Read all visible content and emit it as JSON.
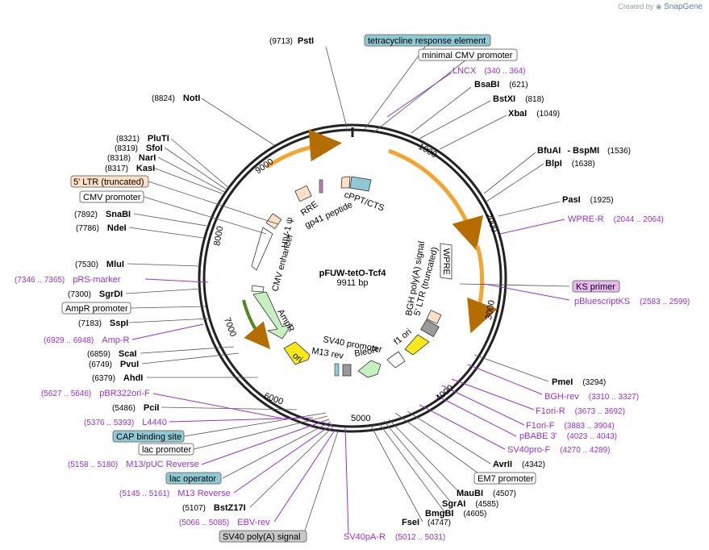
{
  "brand": {
    "prefix": "Created by",
    "name": "SnapGene"
  },
  "plasmid": {
    "name": "pFUW-tetO-Tcf4",
    "size_label": "9911 bp"
  },
  "ruler": [
    "1000",
    "2000",
    "3000",
    "4000",
    "5000",
    "6000",
    "7000",
    "8000",
    "9000"
  ],
  "enzymes": [
    {
      "name": "PstI",
      "pos": "(9713)"
    },
    {
      "name": "BsaBI",
      "pos": "(621)"
    },
    {
      "name": "BstXI",
      "pos": "(818)"
    },
    {
      "name": "XbaI",
      "pos": "(1049)"
    },
    {
      "name": "BfuAI",
      "name2": "- BspMI",
      "pos": "(1536)"
    },
    {
      "name": "BlpI",
      "pos": "(1638)"
    },
    {
      "name": "PasI",
      "pos": "(1925)"
    },
    {
      "name": "PmeI",
      "pos": "(3294)"
    },
    {
      "name": "AvrII",
      "pos": "(4342)"
    },
    {
      "name": "MauBI",
      "pos": "(4507)"
    },
    {
      "name": "SgrAI",
      "pos": "(4585)"
    },
    {
      "name": "BmgBI",
      "pos": "(4605)"
    },
    {
      "name": "FseI",
      "pos": "(4747)"
    },
    {
      "name": "BstZ17I",
      "pos": "(5107)"
    },
    {
      "name": "PciI",
      "pos": "(5486)"
    },
    {
      "name": "AhdI",
      "pos": "(6379)"
    },
    {
      "name": "PvuI",
      "pos": "(6749)"
    },
    {
      "name": "ScaI",
      "pos": "(6859)"
    },
    {
      "name": "SspI",
      "pos": "(7183)"
    },
    {
      "name": "SgrDI",
      "pos": "(7300)"
    },
    {
      "name": "MluI",
      "pos": "(7530)"
    },
    {
      "name": "NdeI",
      "pos": "(7786)"
    },
    {
      "name": "SnaBI",
      "pos": "(7892)"
    },
    {
      "name": "KasI",
      "pos": "(8317)"
    },
    {
      "name": "NarI",
      "pos": "(8318)"
    },
    {
      "name": "SfoI",
      "pos": "(8319)"
    },
    {
      "name": "PluTI",
      "pos": "(8321)"
    },
    {
      "name": "NotI",
      "pos": "(8824)"
    }
  ],
  "primers": [
    {
      "name": "LNCX",
      "range": "(340 .. 364)"
    },
    {
      "name": "WPRE-R",
      "range": "(2044 .. 2064)"
    },
    {
      "name": "pBluescriptKS",
      "range": "(2583 .. 2599)"
    },
    {
      "name": "BGH-rev",
      "range": "(3310 .. 3327)"
    },
    {
      "name": "F1ori-R",
      "range": "(3673 .. 3692)"
    },
    {
      "name": "F1ori-F",
      "range": "(3883 .. 3904)"
    },
    {
      "name": "pBABE 3'",
      "range": "(4023 .. 4043)"
    },
    {
      "name": "SV40pro-F",
      "range": "(4270 .. 4289)"
    },
    {
      "name": "SV40pA-R",
      "range": "(5012 .. 5031)"
    },
    {
      "name": "EBV-rev",
      "range": "(5066 .. 5085)"
    },
    {
      "name": "M13 Reverse",
      "range": "(5145 .. 5161)"
    },
    {
      "name": "M13/pUC Reverse",
      "range": "(5158 .. 5180)"
    },
    {
      "name": "L4440",
      "range": "(5376 .. 5393)"
    },
    {
      "name": "pBR322ori-F",
      "range": "(5627 .. 5646)"
    },
    {
      "name": "Amp-R",
      "range": "(6929 .. 6948)"
    },
    {
      "name": "pRS-marker",
      "range": "(7346 .. 7365)"
    }
  ],
  "boxed_labels": [
    {
      "text": "tetracycline response element",
      "fill": "#8ec9d6"
    },
    {
      "text": "minimal CMV promoter",
      "fill": "#ffffff"
    },
    {
      "text": "KS primer",
      "fill": "#e9b7ef"
    },
    {
      "text": "EM7 promoter",
      "fill": "#ffffff"
    },
    {
      "text": "SV40 poly(A) signal",
      "fill": "#c8c8c8"
    },
    {
      "text": "lac operator",
      "fill": "#8ec9d6"
    },
    {
      "text": "lac promoter",
      "fill": "#ffffff"
    },
    {
      "text": "CAP binding site",
      "fill": "#8ec9d6"
    },
    {
      "text": "AmpR promoter",
      "fill": "#ffffff"
    },
    {
      "text": "CMV promoter",
      "fill": "#ffffff"
    },
    {
      "text": "5' LTR (truncated)",
      "fill": "#fde0c6"
    }
  ],
  "inner_features": [
    "cPPT/CTS",
    "RRE",
    "gp41 peptide",
    "HIV-1 ψ",
    "CMV enhancer",
    "AmpR",
    "ori",
    "M13 rev",
    "SV40 promoter",
    "BleoR",
    "f1 ori",
    "5' LTR (truncated)",
    "BGH poly(A) signal",
    "WPRE"
  ],
  "colors": {
    "orf": "#f3a530",
    "ampr": "#c7f0c0",
    "ori": "#f7e81a",
    "ltr": "#fde0c6",
    "primer": "#9b2fce",
    "regulatory": "#8ec9d6"
  }
}
